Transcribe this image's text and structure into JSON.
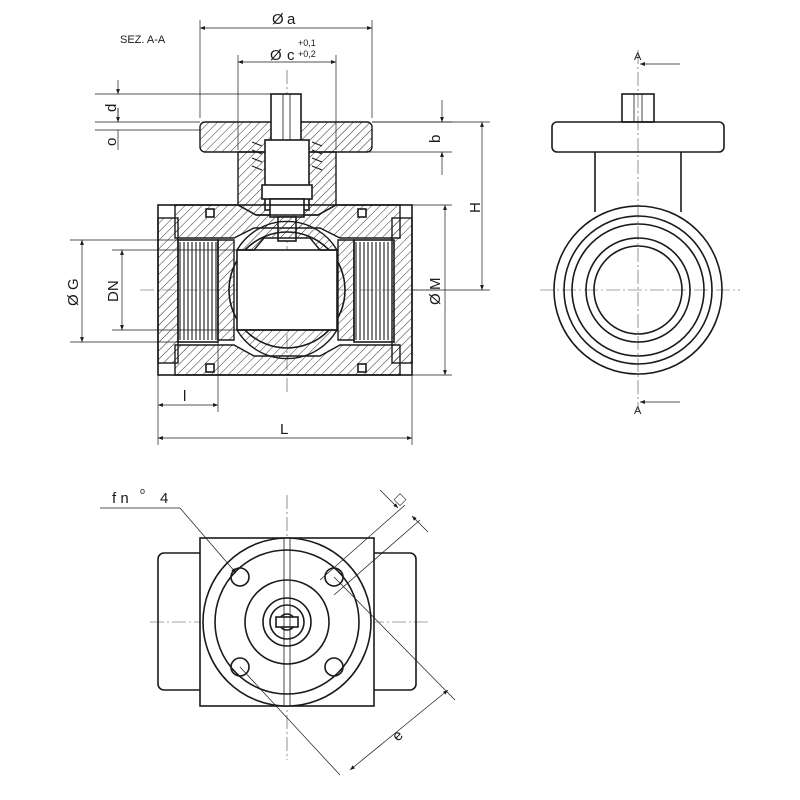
{
  "section_title": "SEZ. A-A",
  "dimensions": {
    "a": "a",
    "c": "c",
    "c_tol_upper": "+0,1",
    "c_tol_lower": "+0,2",
    "d": "d",
    "o": "o",
    "b": "b",
    "H": "H",
    "G": "G",
    "DN": "DN",
    "M": "M",
    "l": "l",
    "L": "L",
    "e": "e",
    "square": "□",
    "diameter_symbol": "Ø"
  },
  "section_marks": {
    "top": "A",
    "bottom": "A"
  },
  "bottom_view": {
    "holes_label": "f  n",
    "holes_degree": "o",
    "holes_count": "4"
  }
}
